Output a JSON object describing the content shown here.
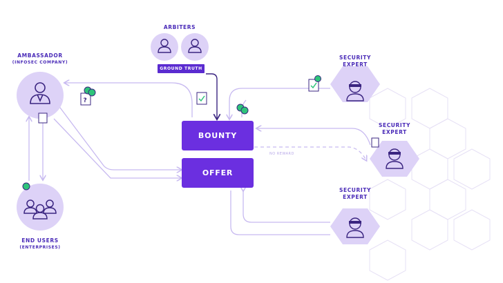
{
  "colors": {
    "primary": "#6b2fe0",
    "node_fill": "#ddd2f7",
    "line": "#c7b9f0",
    "dark": "#3a2480",
    "hex_outline": "#e6e0f5",
    "token_green": "#2ec47a"
  },
  "nodes": {
    "ambassador": {
      "title": "AMBASSADOR",
      "subtitle": "(INFOSEC COMPANY)",
      "icon": "person-suit-icon"
    },
    "end_users": {
      "title": "END USERS",
      "subtitle": "(ENTERPRISES)",
      "icon": "group-icon"
    },
    "arbiters": {
      "title": "ARBITERS",
      "icon": "person-icon",
      "badge": "GROUND TRUTH"
    },
    "experts": [
      {
        "title": "SECURITY",
        "subtitle": "EXPERT",
        "icon": "ninja-icon"
      },
      {
        "title": "SECURITY",
        "subtitle": "EXPERT",
        "icon": "ninja-icon"
      },
      {
        "title": "SECURITY",
        "subtitle": "EXPERT",
        "icon": "ninja-icon"
      }
    ]
  },
  "boxes": {
    "bounty": "BOUNTY",
    "offer": "OFFER"
  },
  "edge_labels": {
    "no_reward": "NO REWARD"
  }
}
